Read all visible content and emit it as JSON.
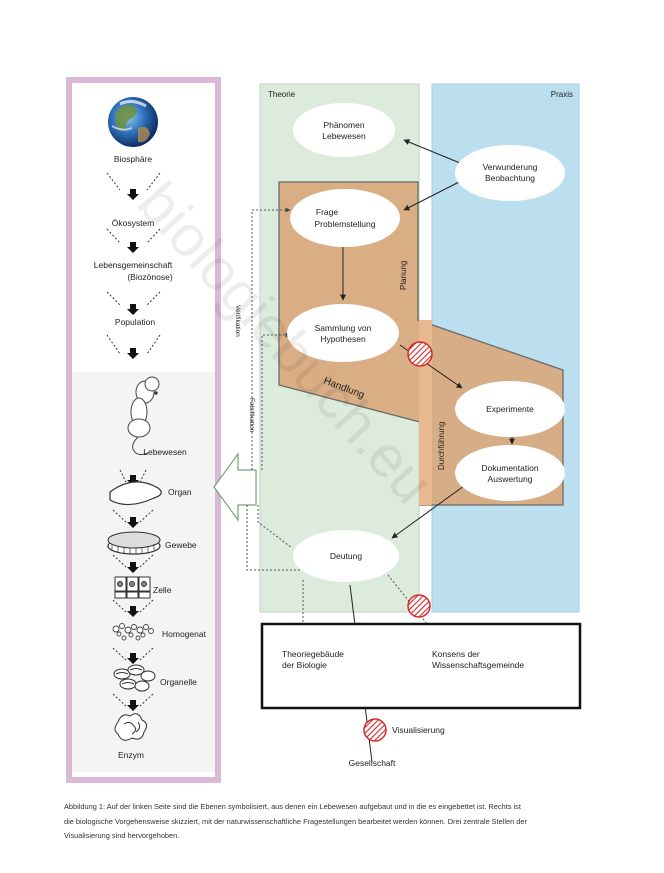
{
  "watermark": "biologiebuch.eu",
  "levels": [
    {
      "label": "Biosphäre"
    },
    {
      "label": "Ökosystem"
    },
    {
      "label": "Lebensgemeinschaft",
      "sub": "(Biozönose)"
    },
    {
      "label": "Population"
    },
    {
      "label": "Lebewesen"
    },
    {
      "label": "Organ"
    },
    {
      "label": "Gewebe"
    },
    {
      "label": "Zelle"
    },
    {
      "label": "Homogenat"
    },
    {
      "label": "Organelle"
    },
    {
      "label": "Enzym"
    }
  ],
  "icons": [
    "earth-icon",
    "mouse-icon",
    "organ-icon",
    "tissue-icon",
    "cells-icon",
    "homogenate-icon",
    "organelle-icon",
    "enzyme-icon"
  ],
  "regions": {
    "theory": "Theorie",
    "practice": "Praxis"
  },
  "nodes": {
    "phenomena": [
      "Phänomen",
      "Lebewesen"
    ],
    "wonder": [
      "Verwunderung",
      "Beobachtung"
    ],
    "question": [
      "Frage",
      "Problemstellung"
    ],
    "hypotheses": [
      "Sammlung von",
      "Hypothesen"
    ],
    "experiments": [
      "Experimente"
    ],
    "documentation": [
      "Dokumentation",
      "Auswertung"
    ],
    "interpretation": [
      "Deutung"
    ],
    "theory_building": [
      "Theoriegebäude",
      "der Biologie"
    ],
    "consensus": [
      "Konsens der",
      "Wissenschaftsgemeinde"
    ],
    "society": [
      "Gesellschaft"
    ]
  },
  "labels": {
    "planning": "Planung",
    "action": "Handlung",
    "execution": "Durchführung",
    "verification": "Verifikation",
    "falsification": "Falsifikation",
    "visualisation": "Visualisierung"
  },
  "caption": [
    "Abbildung 1:   Auf der linken Seite sind die Ebenen symbolisiert, aus denen ein Lebewesen aufgebaut und in die es eingebettet ist. Rechts ist",
    "die biologische Vorgehensweise skizziert, mit der naturwissenschaftliche Fragestellungen bearbeitet werden können. Drei zentrale Stellen der",
    "Visualisierung sind hervorgehoben."
  ],
  "colors": {
    "left_frame": "#d9b9d6",
    "theory_bg": "#dcebdc",
    "practice_bg": "#bcdff0",
    "action_area": "#d9a77a",
    "highlight": "#d42a2a"
  }
}
